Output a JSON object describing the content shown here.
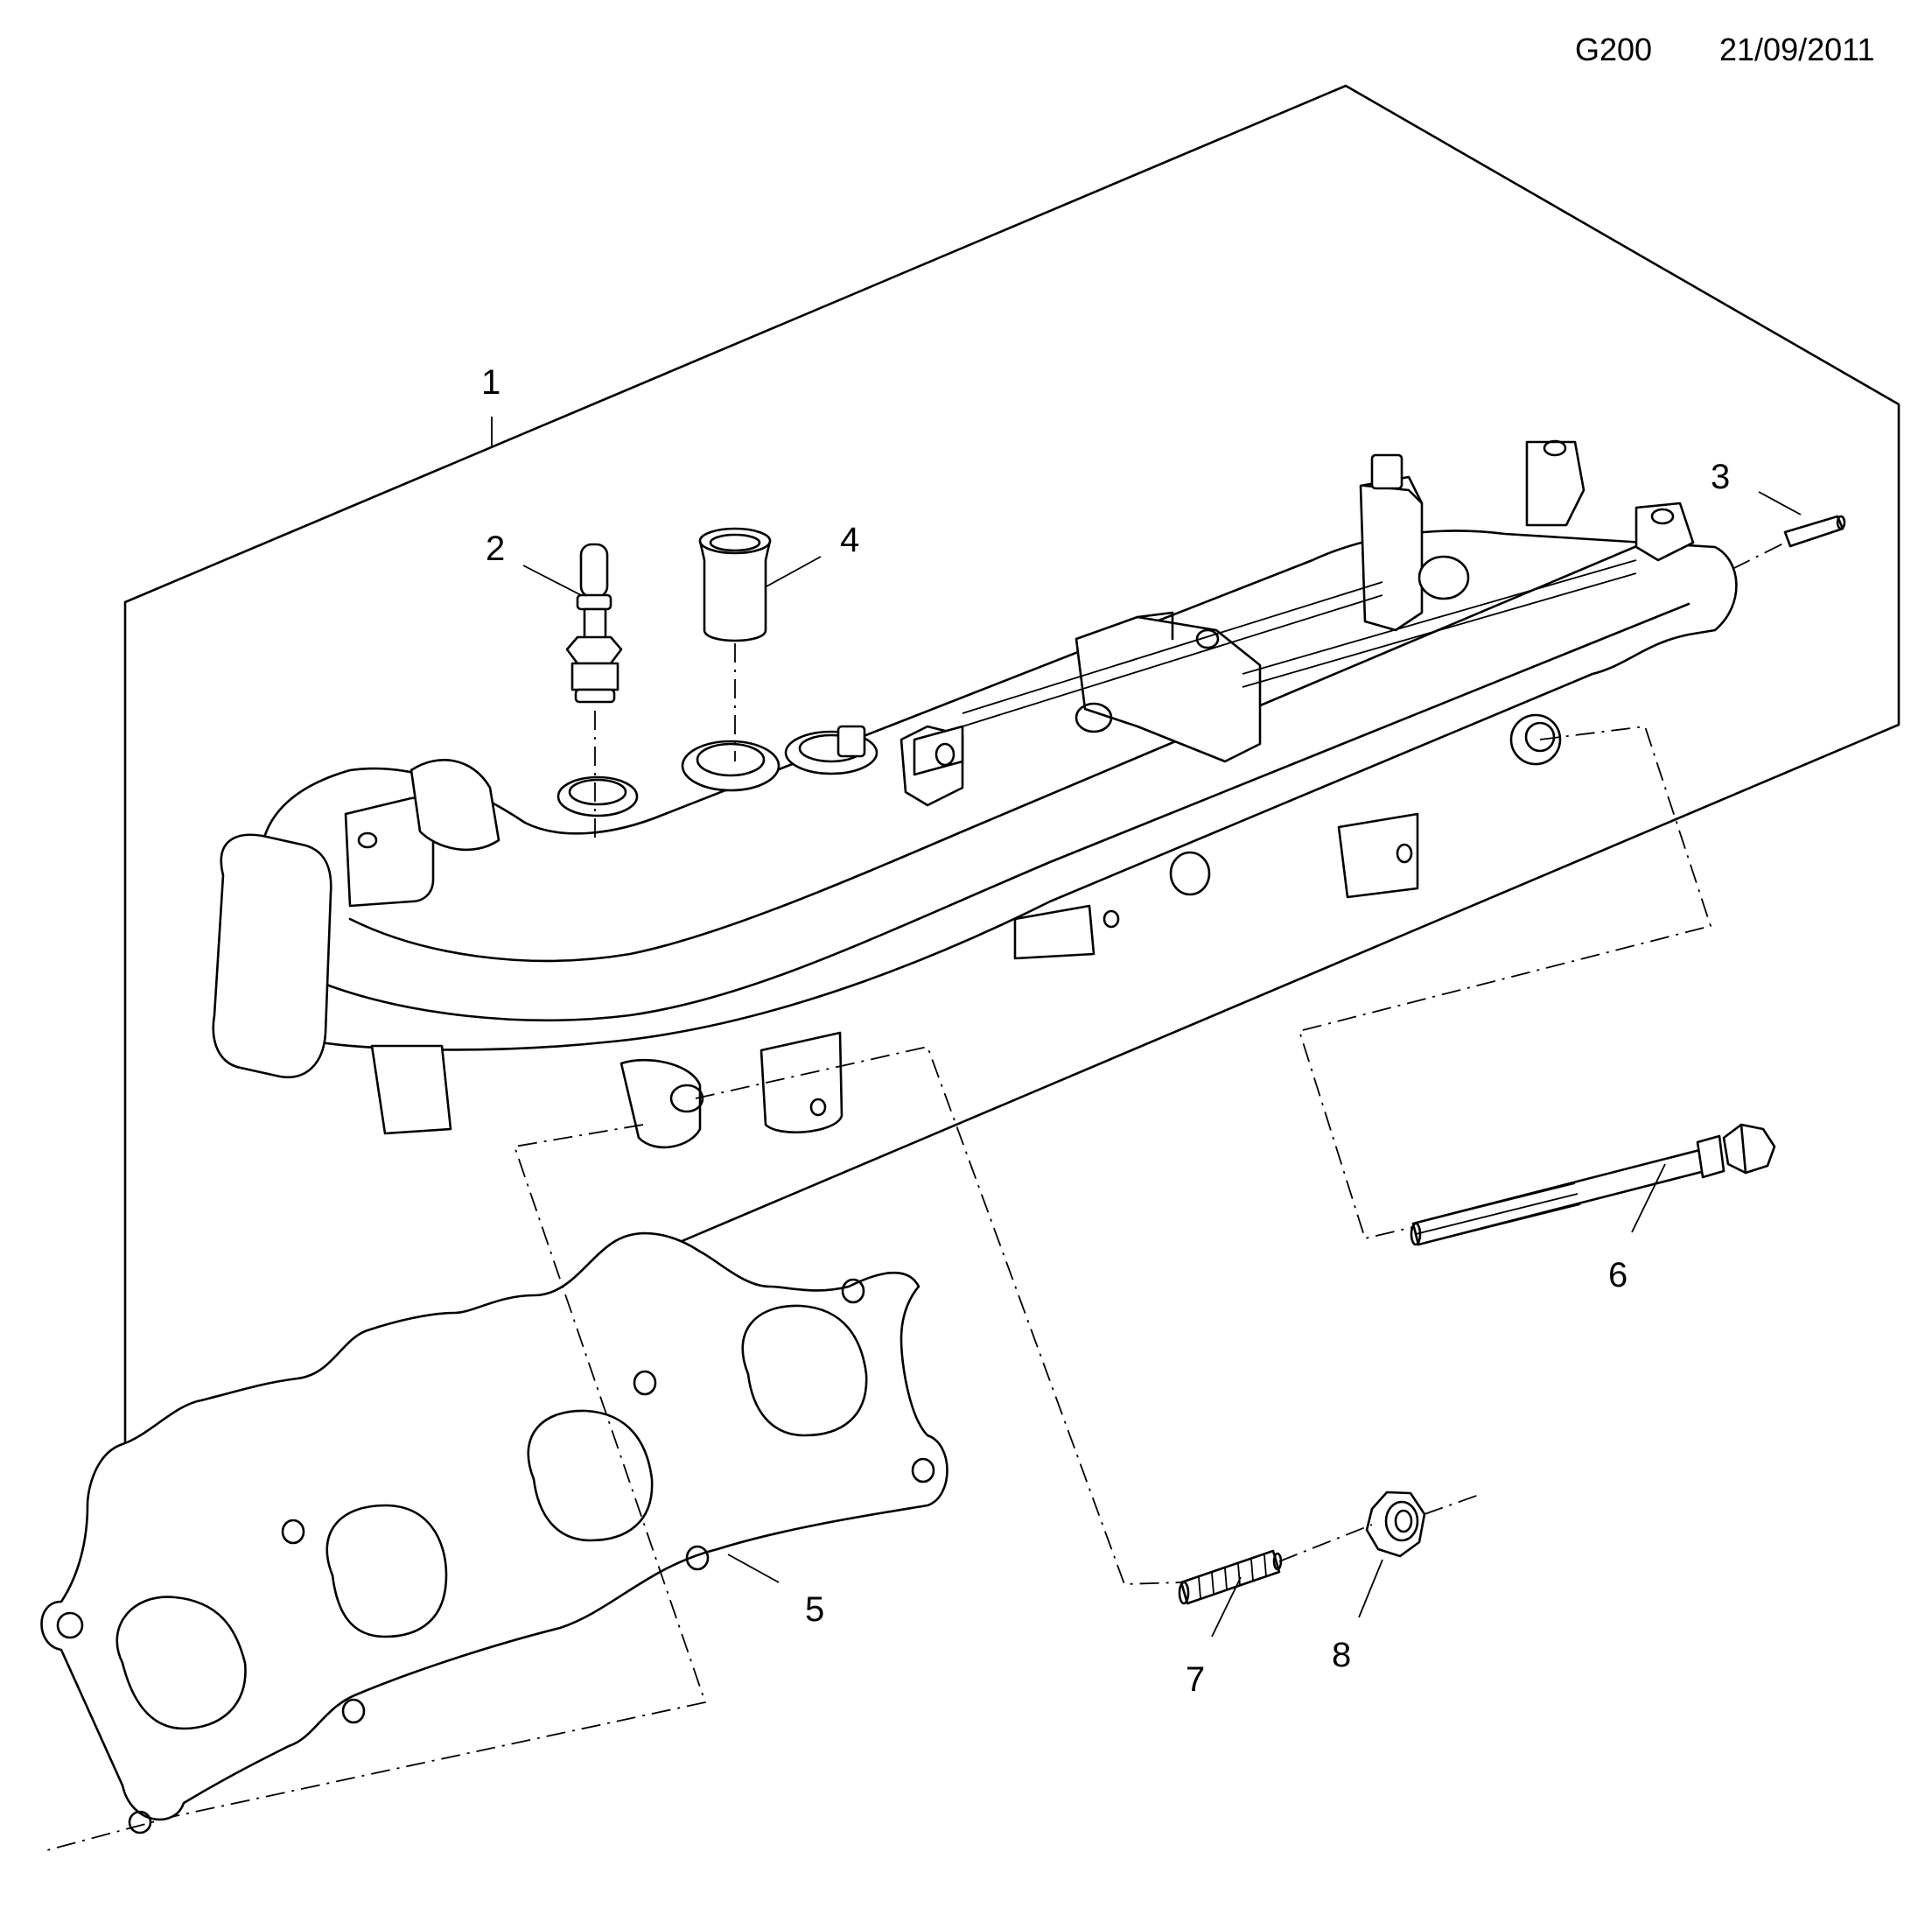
{
  "header": {
    "code": "G200",
    "date": "21/09/2011"
  },
  "callouts": [
    "1",
    "2",
    "3",
    "4",
    "5",
    "6",
    "7",
    "8"
  ],
  "colors": {
    "line": "#000000",
    "background": "#ffffff"
  }
}
